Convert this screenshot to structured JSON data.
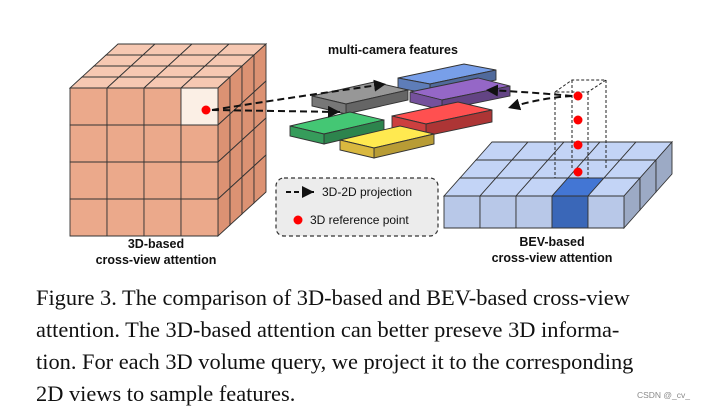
{
  "figure": {
    "title_multicam": "multi-camera features",
    "label_3d_line1": "3D-based",
    "label_3d_line2": "cross-view attention",
    "label_bev_line1": "BEV-based",
    "label_bev_line2": "cross-view attention",
    "legend": {
      "projection": "3D-2D projection",
      "reference": "3D reference point"
    },
    "colors": {
      "cube_face": "#eba98b",
      "cube_top": "#f6c8b2",
      "cube_side": "#dc9273",
      "cube_highlight": "#fbefe5",
      "reference_point": "#ff0000",
      "bev_cell": "#b8c8e8",
      "bev_highlight": "#3a67b8",
      "tile_gray": "#8c8c8c",
      "tile_blue": "#6f93d8",
      "tile_purple": "#8a5fb8",
      "tile_green": "#3fb86b",
      "tile_red": "#f04a4a",
      "tile_yellow": "#ffd84a"
    }
  },
  "caption": {
    "line1": "Figure 3. The comparison of 3D-based and BEV-based cross-view",
    "line2": "attention.  The 3D-based attention can better preseve 3D informa-",
    "line3": "tion. For each 3D volume query, we project it to the corresponding",
    "line4": "2D views to sample features."
  },
  "watermark": "CSDN @_cv_"
}
